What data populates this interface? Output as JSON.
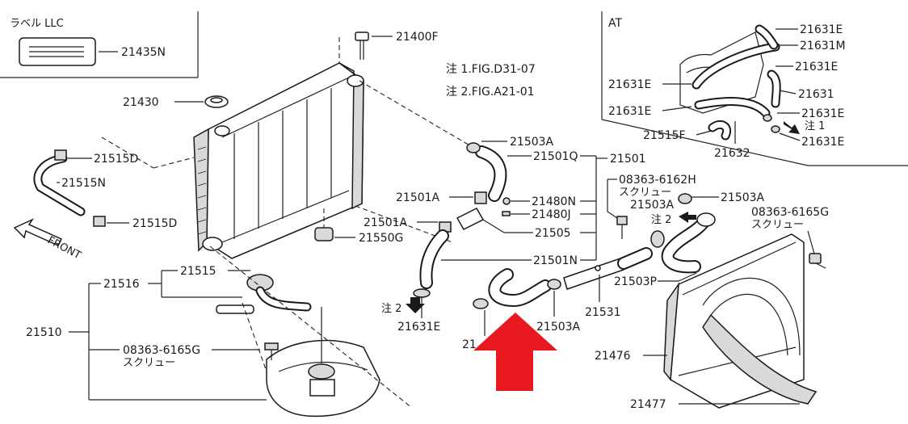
{
  "diagram": {
    "colors": {
      "ink": "#1a1a1a",
      "pointer_arrow": "#e8191f",
      "background": "#ffffff"
    },
    "llc_box": {
      "title": "ラベル LLC",
      "part": "21435N"
    },
    "notes": {
      "note1": "注 1.FIG.D31-07",
      "note2": "注 2.FIG.A21-01"
    },
    "at_box": {
      "title": "AT",
      "labels": {
        "e_top": "21631E",
        "m": "21631M",
        "e_right1": "21631E",
        "plain": "21631",
        "e_right2": "21631E",
        "e_left1": "21631E",
        "e_left2": "21631E",
        "f": "21515F",
        "p32": "21632",
        "e_bottom": "21631E",
        "note1": "注 1"
      }
    },
    "left": {
      "p21400F": "21400F",
      "p21430": "21430",
      "p21515D_top": "21515D",
      "p21515N": "21515N",
      "p21515D_bot": "21515D",
      "front": "FRONT",
      "p21550G": "21550G",
      "p21515": "21515",
      "p21516": "21516",
      "p21510": "21510",
      "screw_code": "08363-6165G",
      "screw_word": "スクリュー"
    },
    "center": {
      "p21503A_top": "21503A",
      "p21501Q": "21501Q",
      "p21501": "21501",
      "p21501A_1": "21501A",
      "p21480N": "21480N",
      "p21480J": "21480J",
      "p21501A_2": "21501A",
      "p21505": "21505",
      "p21501N": "21501N",
      "note2": "注 2",
      "p21631E": "21631E",
      "p21503A_bot": "21503A",
      "p21531": "21531",
      "p21_partial": "21"
    },
    "right": {
      "screw1_code": "08363-6162H",
      "screw1_word": "スクリュー",
      "p21503A_a": "21503A",
      "p21503A_b": "21503A",
      "note2": "注 2",
      "screw2_code": "08363-6165G",
      "screw2_word": "スクリュー",
      "p21503P": "21503P",
      "p21476": "21476",
      "p21477": "21477"
    }
  }
}
